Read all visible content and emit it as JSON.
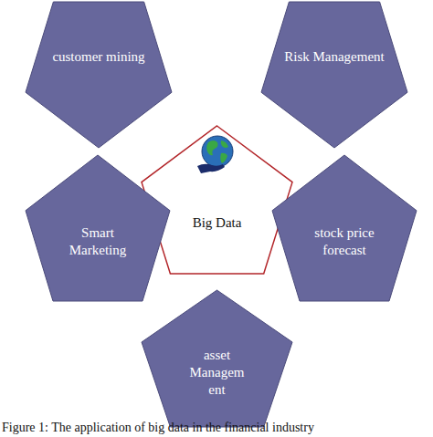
{
  "diagram": {
    "caption": "Figure 1: The application of big data in the financial industry",
    "nodes": [
      {
        "text": [
          "customer mining"
        ]
      },
      {
        "text": [
          "Risk Management"
        ]
      },
      {
        "text": [
          "Big Data"
        ]
      },
      {
        "text": [
          "Smart Marketing"
        ]
      },
      {
        "text": [
          "stock price forecast"
        ]
      },
      {
        "text": [
          "asset Managem ent"
        ]
      }
    ]
  }
}
